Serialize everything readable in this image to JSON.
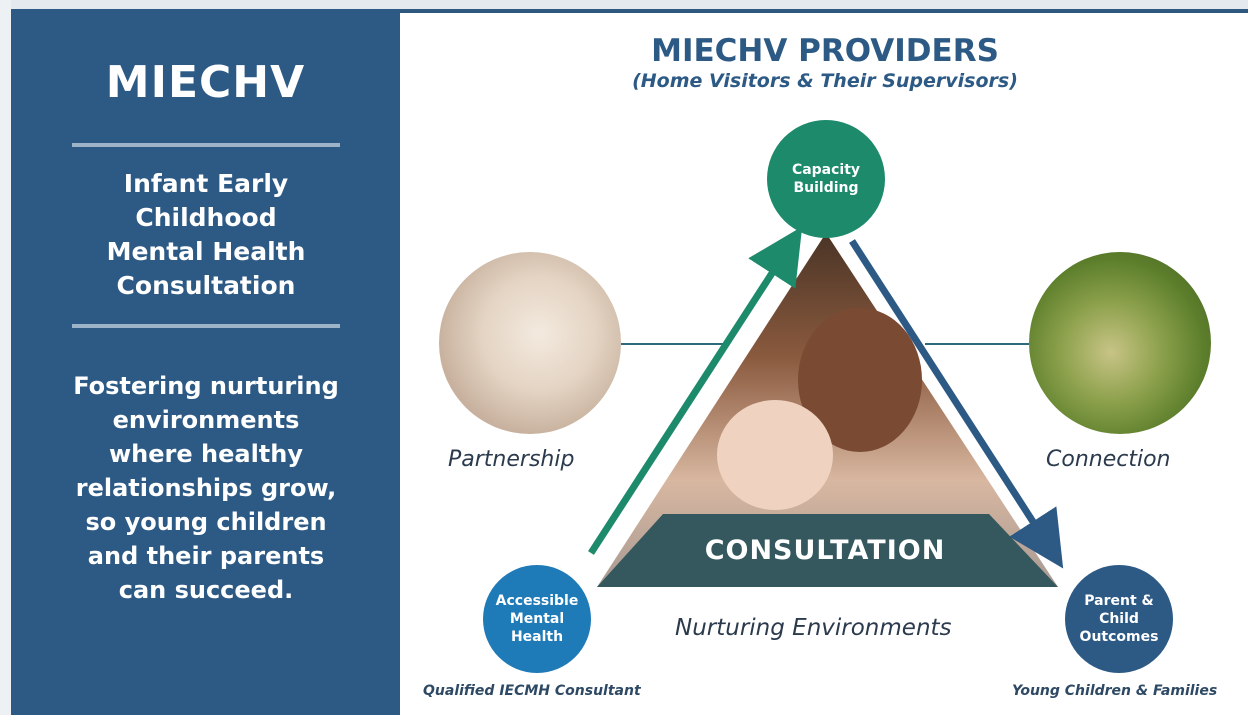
{
  "left_panel": {
    "title": "MIECHV",
    "subtitle_lines": [
      "Infant Early",
      "Childhood",
      "Mental Health",
      "Consultation"
    ],
    "tagline_lines": [
      "Fostering nurturing",
      "environments",
      "where healthy",
      "relationships grow,",
      "so young children",
      "and their parents",
      "can succeed."
    ]
  },
  "diagram": {
    "title": "MIECHV PROVIDERS",
    "subtitle": "(Home Visitors & Their Supervisors)",
    "nodes": {
      "top": [
        "Capacity",
        "Building"
      ],
      "left": [
        "Accessible",
        "Mental",
        "Health"
      ],
      "right": [
        "Parent &",
        "Child",
        "Outcomes"
      ]
    },
    "labels": {
      "partnership": "Partnership",
      "connection": "Connection",
      "consultation": "CONSULTATION",
      "nurturing": "Nurturing Environments",
      "consultant": "Qualified IECMH Consultant",
      "families": "Young Children & Families"
    }
  },
  "colors": {
    "panel_blue": "#2d5a85",
    "green": "#1d8a6b",
    "light_blue": "#1f7ab8",
    "teal_band": "#34585e"
  }
}
